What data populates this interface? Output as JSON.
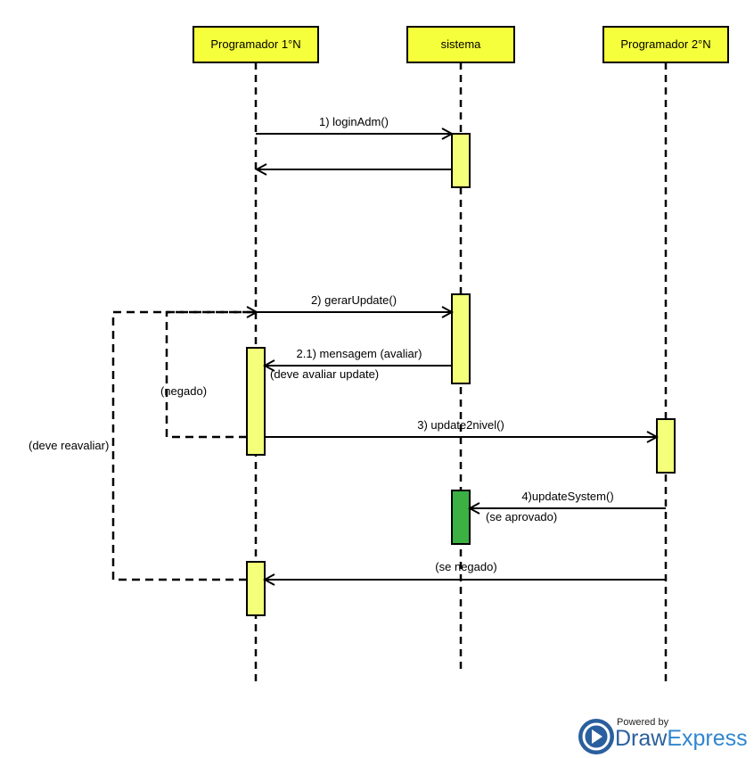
{
  "participants": [
    {
      "id": "p1",
      "label": "Programador 1°N"
    },
    {
      "id": "sys",
      "label": "sistema"
    },
    {
      "id": "p2",
      "label": "Programador 2°N"
    }
  ],
  "messages": {
    "m1": "1) loginAdm()",
    "m2": "2) gerarUpdate()",
    "m21": "2.1) mensagem (avaliar)",
    "m21_note": "(deve avaliar update)",
    "negado": "(negado)",
    "m3": "3) update2nivel()",
    "deve_reavaliar": "(deve reavaliar)",
    "m4": "4)updateSystem()",
    "se_aprovado": "(se aprovado)",
    "se_negado": "(se negado)"
  },
  "colors": {
    "participant_fill": "#f6ff3b",
    "activation_fill": "#f4ff7a",
    "approved_fill": "#3cb043",
    "line": "#000000",
    "brand_dark": "#2a5f9e",
    "brand_light": "#2f86d0"
  },
  "branding": {
    "powered_by": "Powered by",
    "name_part1": "Draw",
    "name_part2": "Express",
    "logo_icon": "drawexpress-logo-icon"
  }
}
